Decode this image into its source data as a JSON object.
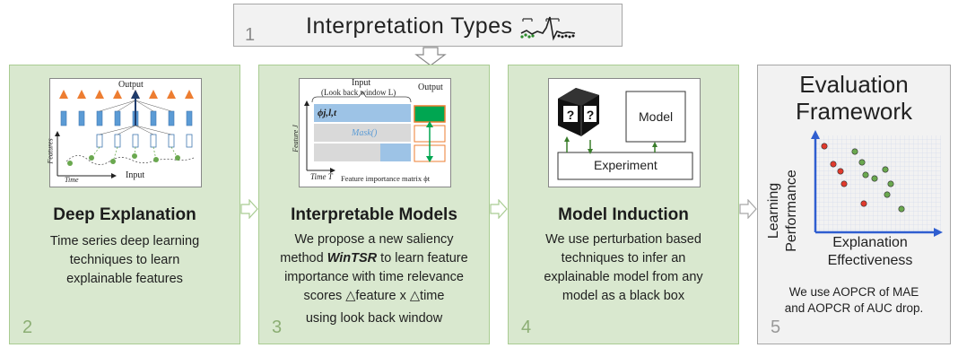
{
  "header": {
    "number": "1",
    "title": "Interpretation Types"
  },
  "panels": [
    {
      "number": "2",
      "title": "Deep Explanation",
      "lines": [
        "Time series deep learning",
        "techniques to learn",
        "explainable features"
      ],
      "figure": {
        "output": "Output",
        "input": "Input",
        "features": "Features",
        "time": "Time"
      }
    },
    {
      "number": "3",
      "title": "Interpretable Models",
      "lines": [
        "We propose a new saliency",
        "method WinTSR to learn feature",
        "importance with time relevance",
        "scores △feature x △time",
        "using look back window"
      ],
      "method_name": "WinTSR",
      "figure": {
        "input": "Input",
        "lookback": "(Look back window L)",
        "output": "Output",
        "phi": "ϕj,l,t",
        "mask": "Mask()",
        "feature": "Feature J",
        "time": "Time T",
        "matrix": "Feature importance matrix ϕt"
      }
    },
    {
      "number": "4",
      "title": "Model Induction",
      "lines": [
        "We use perturbation based",
        "techniques to infer an",
        "explainable model from any",
        "model as a black box"
      ],
      "figure": {
        "model": "Model",
        "experiment": "Experiment",
        "question": "?"
      }
    },
    {
      "number": "5",
      "title": "Evaluation\nFramework",
      "y_label": "Learning\nPerformance",
      "x_label": "Explanation\nEffectiveness",
      "lines": [
        "We use AOPCR of MAE",
        "and AOPCR of AUC drop."
      ]
    }
  ],
  "colors": {
    "panel_green": "#d9e8cf",
    "panel_border": "#a9cc92",
    "panel_gray": "#f2f2f2",
    "axis_blue": "#2f5ed0",
    "point_red": "#e03a2c",
    "point_green": "#6aa84f",
    "matrix_blue": "#9dc3e6",
    "accent_orange": "#ed7d31",
    "output_green": "#00a651",
    "neuron_blue": "#5b9bd5"
  }
}
